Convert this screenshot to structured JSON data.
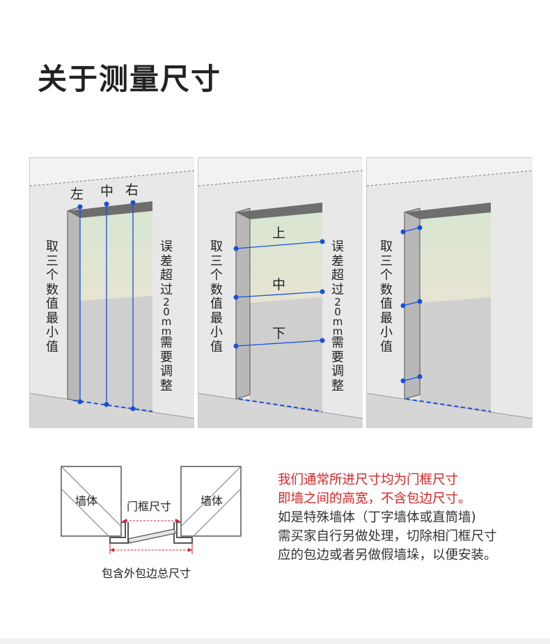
{
  "title": "关于测量尺寸",
  "panel1": {
    "left_label": "左",
    "mid_label": "中",
    "right_label": "右",
    "side_text": "取三个数值最小值",
    "right_text": "误差超过20mm需要调整"
  },
  "panel2": {
    "top_label": "上",
    "mid_label": "中",
    "bottom_label": "下",
    "side_text": "取三个数值最小值",
    "right_text": "误差超过20mm需要调整"
  },
  "panel3": {
    "side_text": "取三个数值最小值"
  },
  "plan": {
    "wall_left": "墙体",
    "wall_right": "墙体",
    "frame_label": "门框尺寸",
    "total_label": "包含外包边总尺寸"
  },
  "notes": {
    "line1": "我们通常所进尺寸均为门框尺寸",
    "line2": "即墙之间的高宽，不含包边尺寸。",
    "line3": "如是特殊墙体（丁字墙体或直筒墙)",
    "line4": "需买家自行另做处理，切除相门框尺寸",
    "line5": "应的包边或者另做假墙垛，以便安装。"
  },
  "colors": {
    "measure_blue": "#1a4fd8",
    "note_red": "#d42424",
    "frame_gray": "#6e6e6e",
    "wall_gray": "#d2d2d2"
  }
}
